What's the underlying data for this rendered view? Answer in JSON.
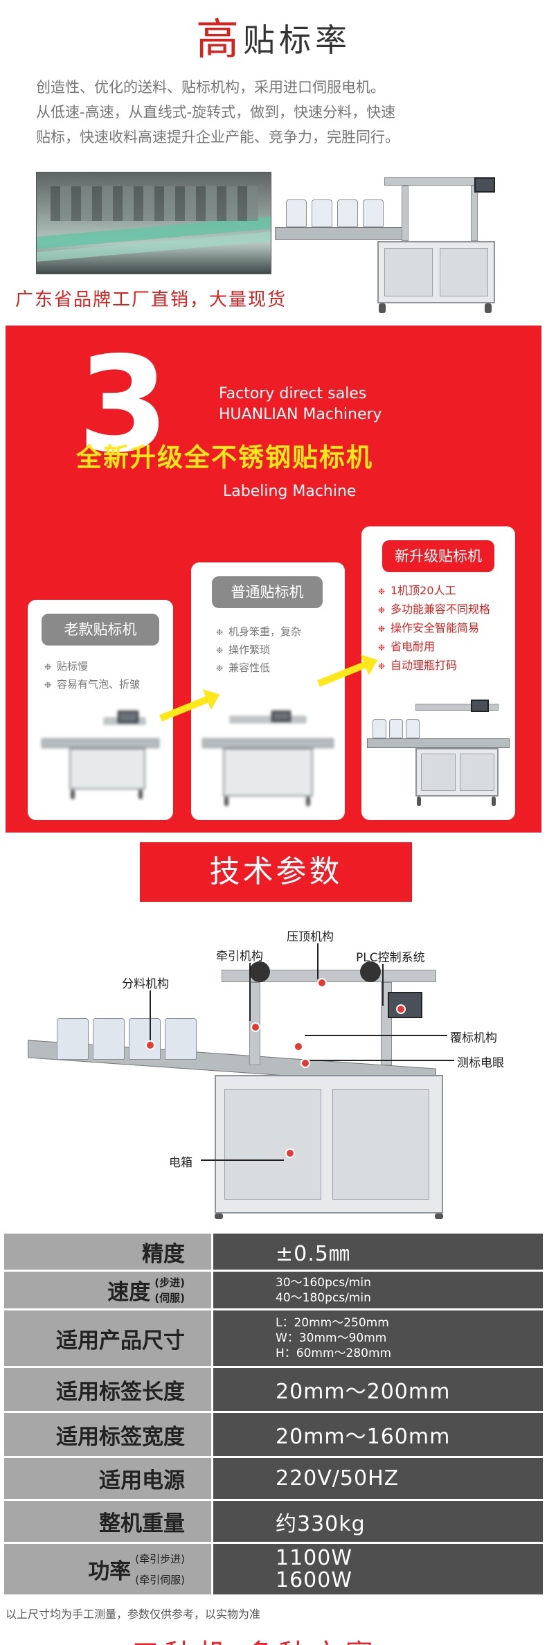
{
  "title": {
    "highlight": "高",
    "rest": "贴标率"
  },
  "intro": {
    "line1": "创造性、优化的送料、贴标机构，采用进口伺服电机。",
    "line2": "从低速-高速，从直线式-旋转式，做到，快速分料，快速",
    "line3": "贴标，快速收料高速提升企业产能、竞争力，完胜同行。"
  },
  "factory_slogan": "广东省品牌工厂直销，大量现货",
  "promo": {
    "big_number": "3",
    "en_line1": "Factory direct sales",
    "en_line2": "HUANLIAN Machinery",
    "headline": "全新升级全不锈钢贴标机",
    "en_line3": "Labeling Machine",
    "cards": [
      {
        "title": "老款贴标机",
        "features": [
          "贴标慢",
          "容易有气泡、折皱"
        ]
      },
      {
        "title": "普通贴标机",
        "features": [
          "机身笨重，复杂",
          "操作繁琐",
          "兼容性低"
        ]
      },
      {
        "title": "新升级贴标机",
        "features": [
          "1机顶20人工",
          "多功能兼容不同规格",
          "操作安全智能简易",
          "省电耐用",
          "自动理瓶打码"
        ]
      }
    ],
    "bullet_symbol": "❉",
    "colors": {
      "red": "#ee1c25",
      "yellow": "#ffe71a",
      "pill_gray": "#8a8a8a"
    }
  },
  "spec_banner": "技术参数",
  "diagram": {
    "labels": {
      "press": "压顶机构",
      "traction": "牵引机构",
      "plc": "PLC控制系统",
      "separate": "分料机构",
      "cover": "覆标机构",
      "sensor": "测标电眼",
      "box": "电箱"
    }
  },
  "spec_table": {
    "rows": [
      {
        "label": "精度",
        "values": [
          "±0.5㎜"
        ]
      },
      {
        "label": "速度",
        "label_sub": [
          "(步进)",
          "(伺服)"
        ],
        "values": [
          "30～160pcs/min",
          "40～180pcs/min"
        ]
      },
      {
        "label": "适用产品尺寸",
        "values": [
          "L：20mm～250mm",
          "W：30mm～90mm",
          "H：60mm～280mm"
        ]
      },
      {
        "label": "适用标签长度",
        "values": [
          "20mm～200mm"
        ]
      },
      {
        "label": "适用标签宽度",
        "values": [
          "20mm～160mm"
        ]
      },
      {
        "label": "适用电源",
        "values": [
          "220V/50HZ"
        ]
      },
      {
        "label": "整机重量",
        "values": [
          "约330kg"
        ]
      },
      {
        "label": "功率",
        "label_sub": [
          "(牵引步进)",
          "(牵引伺服)"
        ],
        "values": [
          "1100W",
          "1600W"
        ]
      }
    ]
  },
  "footnote": "以上尺寸均为手工测量，参数仅供参考，以实物为准",
  "next_section_peek": "五种机 多种方案"
}
